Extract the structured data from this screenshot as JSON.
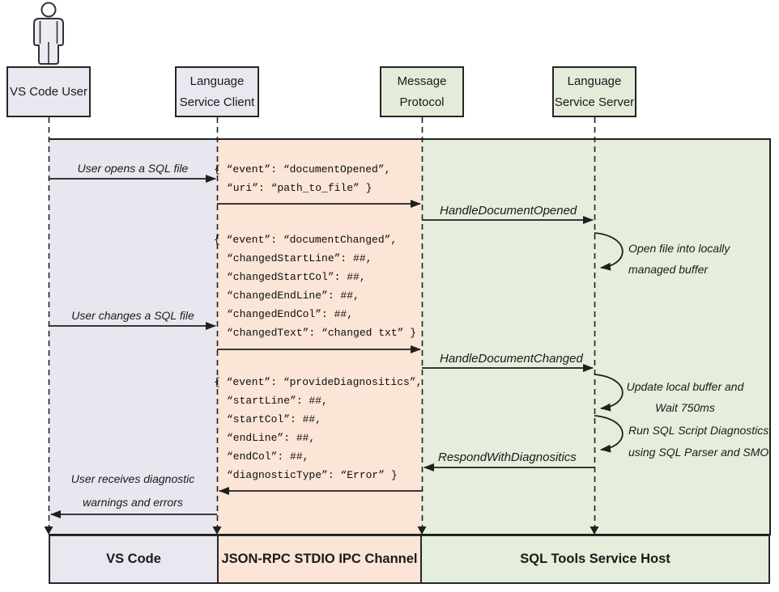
{
  "actors": {
    "user": {
      "line1": "VS Code User"
    },
    "client": {
      "line1": "Language",
      "line2": "Service Client"
    },
    "protocol": {
      "line1": "Message",
      "line2": "Protocol"
    },
    "server": {
      "line1": "Language",
      "line2": "Service Server"
    }
  },
  "labels": {
    "user_opens": "User opens a SQL file",
    "handle_document_opened": "HandleDocumentOpened",
    "open_file_note_1": "Open file into locally",
    "open_file_note_2": "managed buffer",
    "user_changes": "User changes a SQL file",
    "handle_document_changed": "HandleDocumentChanged",
    "update_buffer_note_1": "Update local buffer and",
    "update_buffer_note_2": "Wait 750ms",
    "run_diag_note_1": "Run SQL Script Diagnostics",
    "run_diag_note_2": "using SQL Parser and SMO",
    "respond_with_diagnositics": "RespondWithDiagnositics",
    "user_receives_1": "User receives diagnostic",
    "user_receives_2": "warnings and errors"
  },
  "json_blocks": {
    "document_opened": [
      "{ “event”: “documentOpened”,",
      "“uri”: “path_to_file” }"
    ],
    "document_changed": [
      "{ “event”: “documentChanged”,",
      "“changedStartLine”: ##,",
      "“changedStartCol”: ##,",
      "“changedEndLine”: ##,",
      "“changedEndCol”: ##,",
      "“changedText”: “changed txt” }"
    ],
    "provide_diagnositics": [
      "{ “event”: “provideDiagnositics”,",
      "“startLine”: ##,",
      "“startCol”: ##,",
      "“endLine”: ##,",
      "“endCol”: ##,",
      "“diagnosticType”: “Error” }"
    ]
  },
  "footers": {
    "vscode": "VS Code",
    "channel": "JSON-RPC STDIO IPC Channel",
    "host": "SQL Tools Service Host"
  },
  "colors": {
    "lavender_band": "#e8e7ef",
    "peach_band": "#fbe5d6",
    "green_band": "#e5eedc",
    "line": "#1f1f1f"
  }
}
